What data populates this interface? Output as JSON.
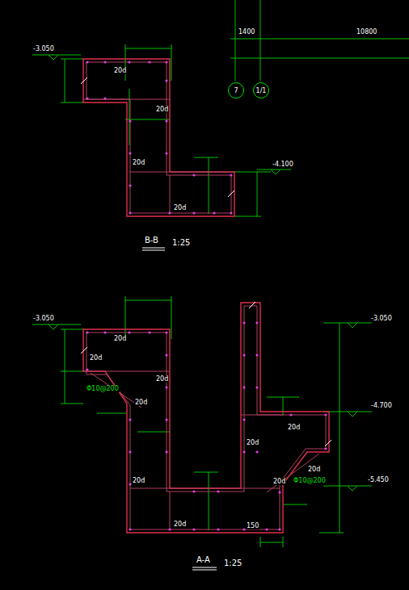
{
  "diagram": {
    "nodes": [
      {
        "text": [
          "7"
        ]
      },
      {
        "text": [
          "1/1"
        ]
      }
    ],
    "labels": [
      "1400",
      "10800",
      "-3.050",
      "20d",
      "20d",
      "20d",
      "20d",
      "-4.100",
      "B-B",
      "1:25",
      "-3.050",
      "20d",
      "20d",
      "20d",
      "20d",
      "Φ10@200",
      "20d",
      "20d",
      "20d",
      "20d",
      "20d",
      "20d",
      "Φ10@200",
      "150",
      "-3.050",
      "-4.700",
      "-5.450",
      "A-A",
      "1:25"
    ]
  }
}
